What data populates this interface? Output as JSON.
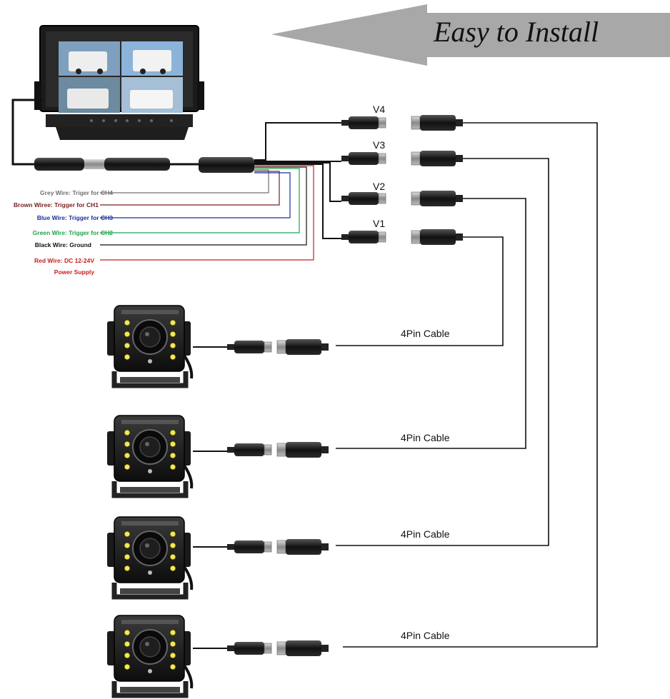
{
  "banner": {
    "text": "Easy to Install"
  },
  "video_inputs": [
    "V4",
    "V3",
    "V2",
    "V1"
  ],
  "wires": [
    {
      "label": "Grey Wire: Triger for CH4",
      "color": "#707070"
    },
    {
      "label": "Brown Wiree: Trigger for CH1",
      "color": "#7a1d1d"
    },
    {
      "label": "Blue Wire: Trigger for CH3",
      "color": "#1c2f9a"
    },
    {
      "label": "Green Wire: Trigger for CH2",
      "color": "#1ea34a"
    },
    {
      "label": "Black Wire: Ground",
      "color": "#111111"
    },
    {
      "label": "Red Wire: DC 12-24V",
      "label2": "Power Supply",
      "color": "#c81e1e"
    }
  ],
  "cameras": [
    {
      "cable_label": "4Pin Cable"
    },
    {
      "cable_label": "4Pin Cable"
    },
    {
      "cable_label": "4Pin Cable"
    },
    {
      "cable_label": "4Pin Cable"
    }
  ]
}
